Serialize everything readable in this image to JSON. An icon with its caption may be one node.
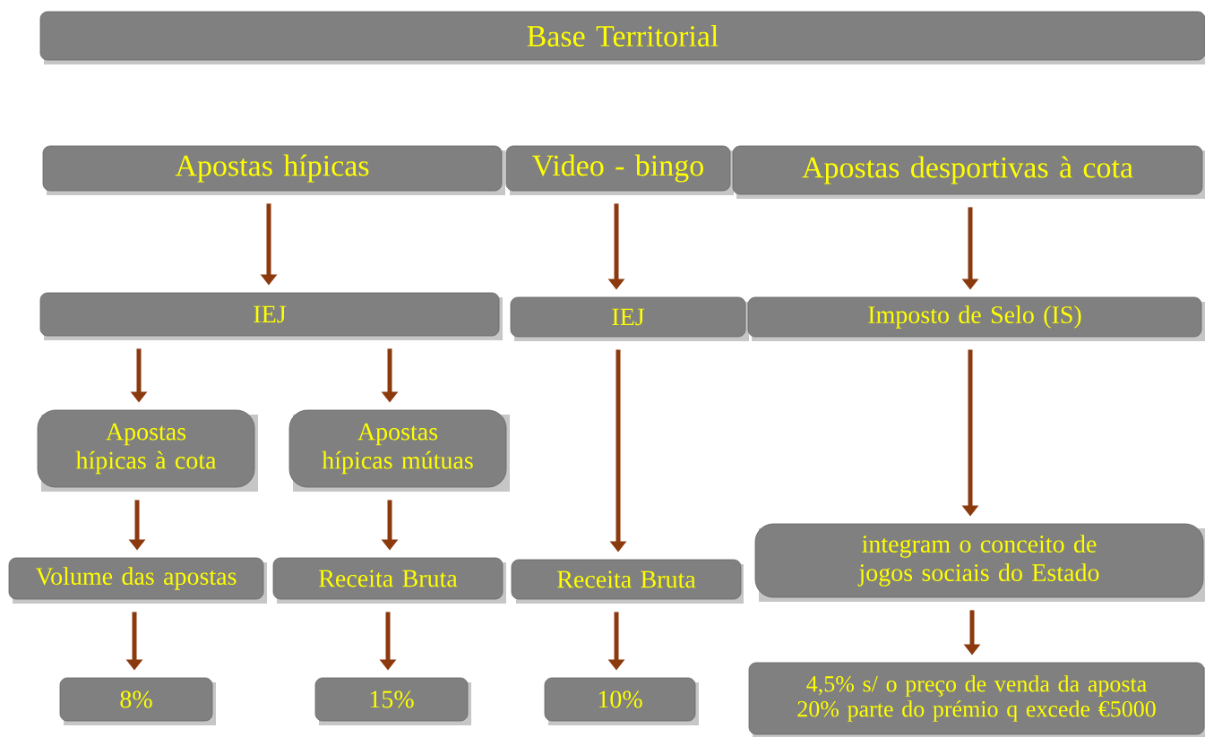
{
  "diagram": {
    "nodes": [
      {
        "text": [
          "Base Territorial"
        ]
      },
      {
        "text": [
          "Apostas hípicas"
        ]
      },
      {
        "text": [
          "Video - bingo"
        ]
      },
      {
        "text": [
          "Apostas desportivas à cota"
        ]
      },
      {
        "text": [
          "IEJ"
        ]
      },
      {
        "text": [
          "IEJ"
        ]
      },
      {
        "text": [
          "Imposto de Selo (IS)"
        ]
      },
      {
        "text": [
          "Apostas hípicas à cota"
        ]
      },
      {
        "text": [
          "Apostas hípicas mútuas"
        ]
      },
      {
        "text": [
          "Volume das apostas"
        ]
      },
      {
        "text": [
          "Receita Bruta"
        ]
      },
      {
        "text": [
          "Receita Bruta"
        ]
      },
      {
        "text": [
          "integram o conceito de jogos sociais do Estado"
        ]
      },
      {
        "text": [
          "8%"
        ]
      },
      {
        "text": [
          "15%"
        ]
      },
      {
        "text": [
          "10%"
        ]
      },
      {
        "text": [
          "4,5% s/ o preço de venda da aposta",
          "20% parte do prémio q excede €5000"
        ]
      }
    ],
    "edges": [
      {
        "from": 1,
        "to": 4,
        "arrow": "to"
      },
      {
        "from": 2,
        "to": 5,
        "arrow": "to"
      },
      {
        "from": 3,
        "to": 6,
        "arrow": "to"
      },
      {
        "from": 4,
        "to": 7,
        "arrow": "to"
      },
      {
        "from": 4,
        "to": 8,
        "arrow": "to"
      },
      {
        "from": 7,
        "to": 9,
        "arrow": "to"
      },
      {
        "from": 8,
        "to": 10,
        "arrow": "to"
      },
      {
        "from": 5,
        "to": 11,
        "arrow": "to"
      },
      {
        "from": 6,
        "to": 12,
        "arrow": "to"
      },
      {
        "from": 9,
        "to": 13,
        "arrow": "to"
      },
      {
        "from": 10,
        "to": 14,
        "arrow": "to"
      },
      {
        "from": 11,
        "to": 15,
        "arrow": "to"
      },
      {
        "from": 12,
        "to": 16,
        "arrow": "to"
      }
    ]
  }
}
